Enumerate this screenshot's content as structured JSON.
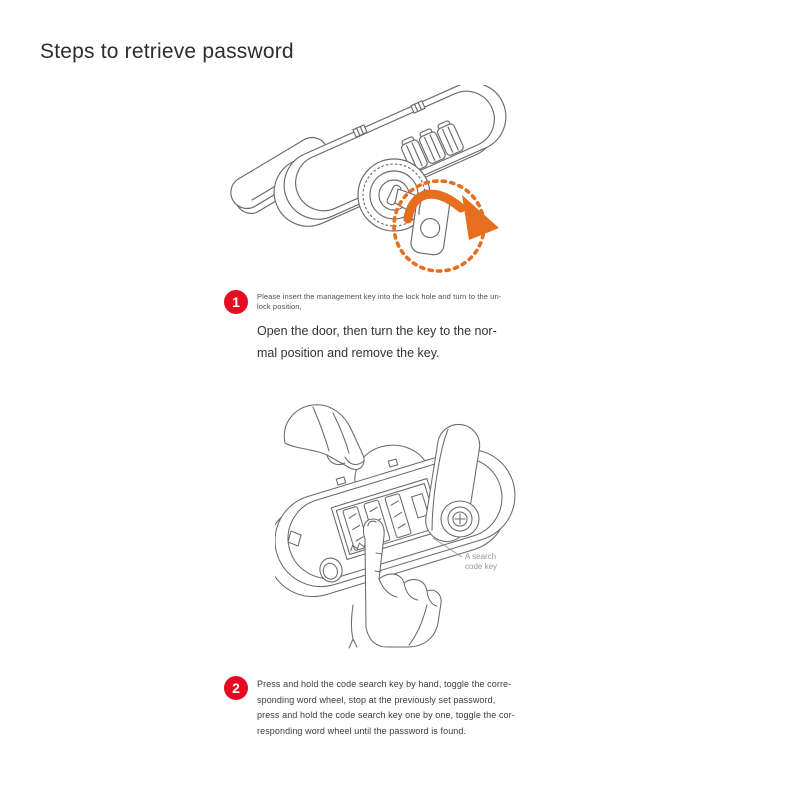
{
  "title": "Steps to retrieve password",
  "step1": {
    "number": "1",
    "note_line1": "Please insert the management key into the lock hole and turn to the un-",
    "note_line2": "lock position,",
    "text_line1": "Open the door, then turn the key to the nor-",
    "text_line2": "mal position and remove the key."
  },
  "step2": {
    "number": "2",
    "lines": [
      "Press and hold the code search key by hand, toggle the corre-",
      "sponding word wheel, stop at the previously set password,",
      "press and hold the code search key one by one, toggle the cor-",
      "responding word wheel until the password is found."
    ]
  },
  "illustration1": {
    "icons": [
      "combination-cam-lock",
      "management-key",
      "clockwise-turn-arrow",
      "dotted-highlight-circle"
    ]
  },
  "illustration2": {
    "icons": [
      "lock-back-view",
      "holding-hand",
      "pressing-finger",
      "vertical-cam-key"
    ],
    "label_line1": "A search",
    "label_line2": "code key"
  },
  "colors": {
    "badge_red": "#e60a23",
    "arrow_orange": "#e66e1e",
    "line_ink": "#6a6a6a",
    "label_gray": "#979797"
  }
}
